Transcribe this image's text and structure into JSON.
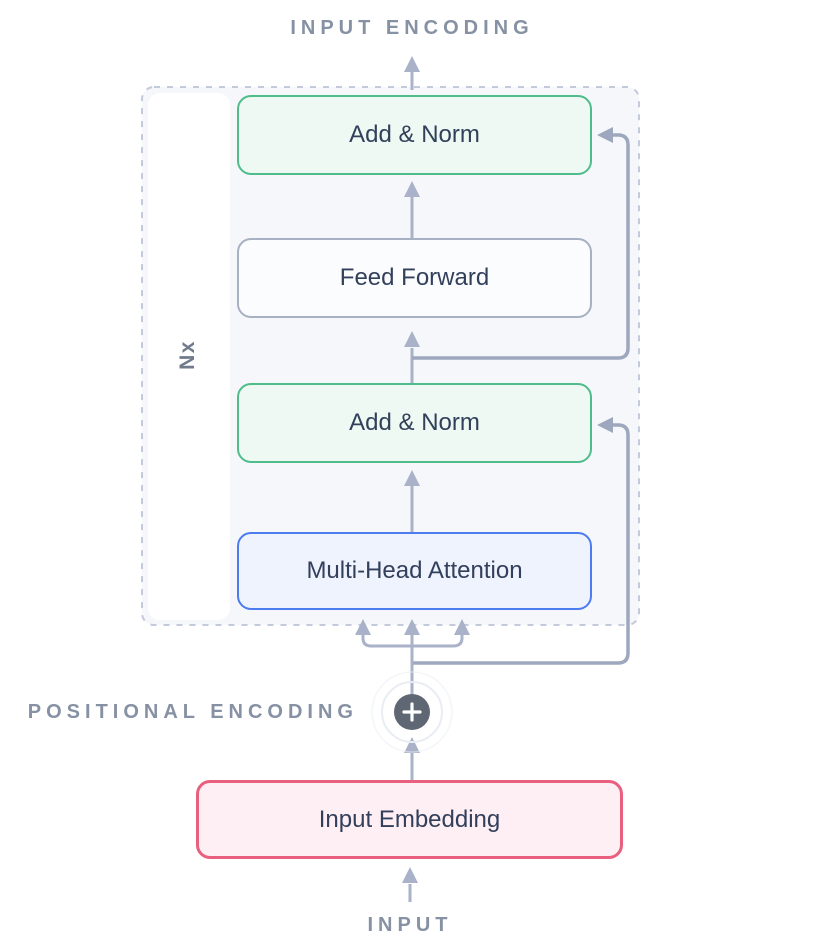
{
  "diagram": {
    "labels": {
      "top": "INPUT ENCODING",
      "positional": "POSITIONAL ENCODING",
      "bottom": "INPUT",
      "repeat": "Nx"
    },
    "blocks": [
      {
        "label": "Add & Norm"
      },
      {
        "label": "Feed Forward"
      },
      {
        "label": "Add & Norm"
      },
      {
        "label": "Multi-Head Attention"
      },
      {
        "label": "Input Embedding"
      }
    ],
    "operator": {
      "icon": "plus-icon",
      "symbol": "+"
    }
  },
  "colors": {
    "container_fill": "#f6f7fa",
    "dashed_border": "#c2cadb",
    "white_panel": "#ffffff",
    "add_norm_border": "#4fbd8b",
    "add_norm_fill": "#edf9f2",
    "feed_forward_border": "#a8b0c3",
    "feed_forward_fill": "#fbfcfd",
    "attention_border": "#4c7cf0",
    "attention_fill": "#eef3fd",
    "embedding_border": "#e9607e",
    "embedding_fill": "#fdeff3",
    "line": "#a9b2c8",
    "skip": "#9da7bd",
    "caps_label": "#8691a4",
    "nx_label": "#707a8c",
    "block_text": "#33405c",
    "plus_fill": "#5f6775",
    "plus_glyph": "#ffffff",
    "ring": "#e9edf3"
  }
}
